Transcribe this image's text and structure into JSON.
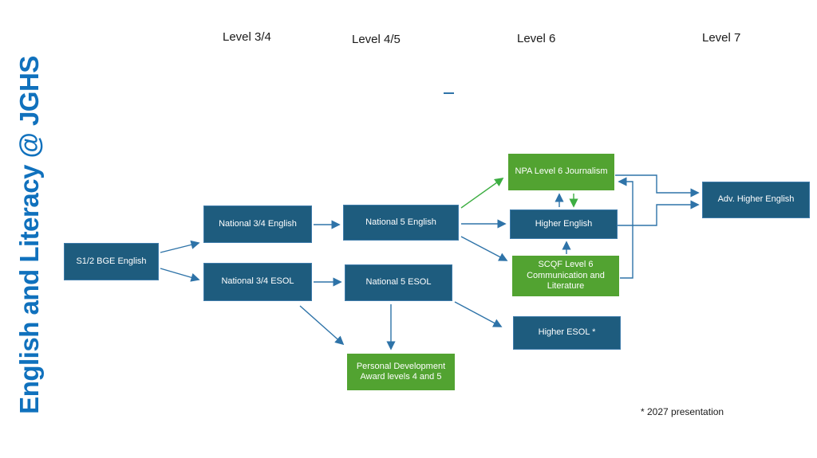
{
  "title": "English and Literacy @ JGHS",
  "level_headers": [
    "Level 3/4",
    "Level 4/5",
    "Level 6",
    "Level 7"
  ],
  "nodes": {
    "s12_bge_english": {
      "label": "S1/2 BGE English",
      "type": "blue"
    },
    "national34_english": {
      "label": "National 3/4 English",
      "type": "blue"
    },
    "national34_esol": {
      "label": "National 3/4 ESOL",
      "type": "blue"
    },
    "national5_english": {
      "label": "National 5 English",
      "type": "blue"
    },
    "national5_esol": {
      "label": "National 5 ESOL",
      "type": "blue"
    },
    "npa_journalism": {
      "label": "NPA Level 6 Journalism",
      "type": "green"
    },
    "higher_english": {
      "label": "Higher English",
      "type": "blue"
    },
    "scqf_level6": {
      "label": "SCQF Level 6 Communication and Literature",
      "type": "green"
    },
    "higher_esol": {
      "label": "Higher ESOL *",
      "type": "blue"
    },
    "personal_dev_award": {
      "label": "Personal Development Award levels 4 and 5",
      "type": "green"
    },
    "adv_higher_english": {
      "label": "Adv. Higher English",
      "type": "blue"
    }
  },
  "footnote": "* 2027 presentation",
  "colors": {
    "title_blue": "#1071BD",
    "box_blue": "#1E5C7E",
    "box_blue_border": "#3F7CAB",
    "box_green": "#52A331",
    "arrow_blue": "#2E73A8",
    "arrow_green": "#3DAE42",
    "header_text": "#1A1A1A",
    "box_text": "#FFFFFF"
  }
}
